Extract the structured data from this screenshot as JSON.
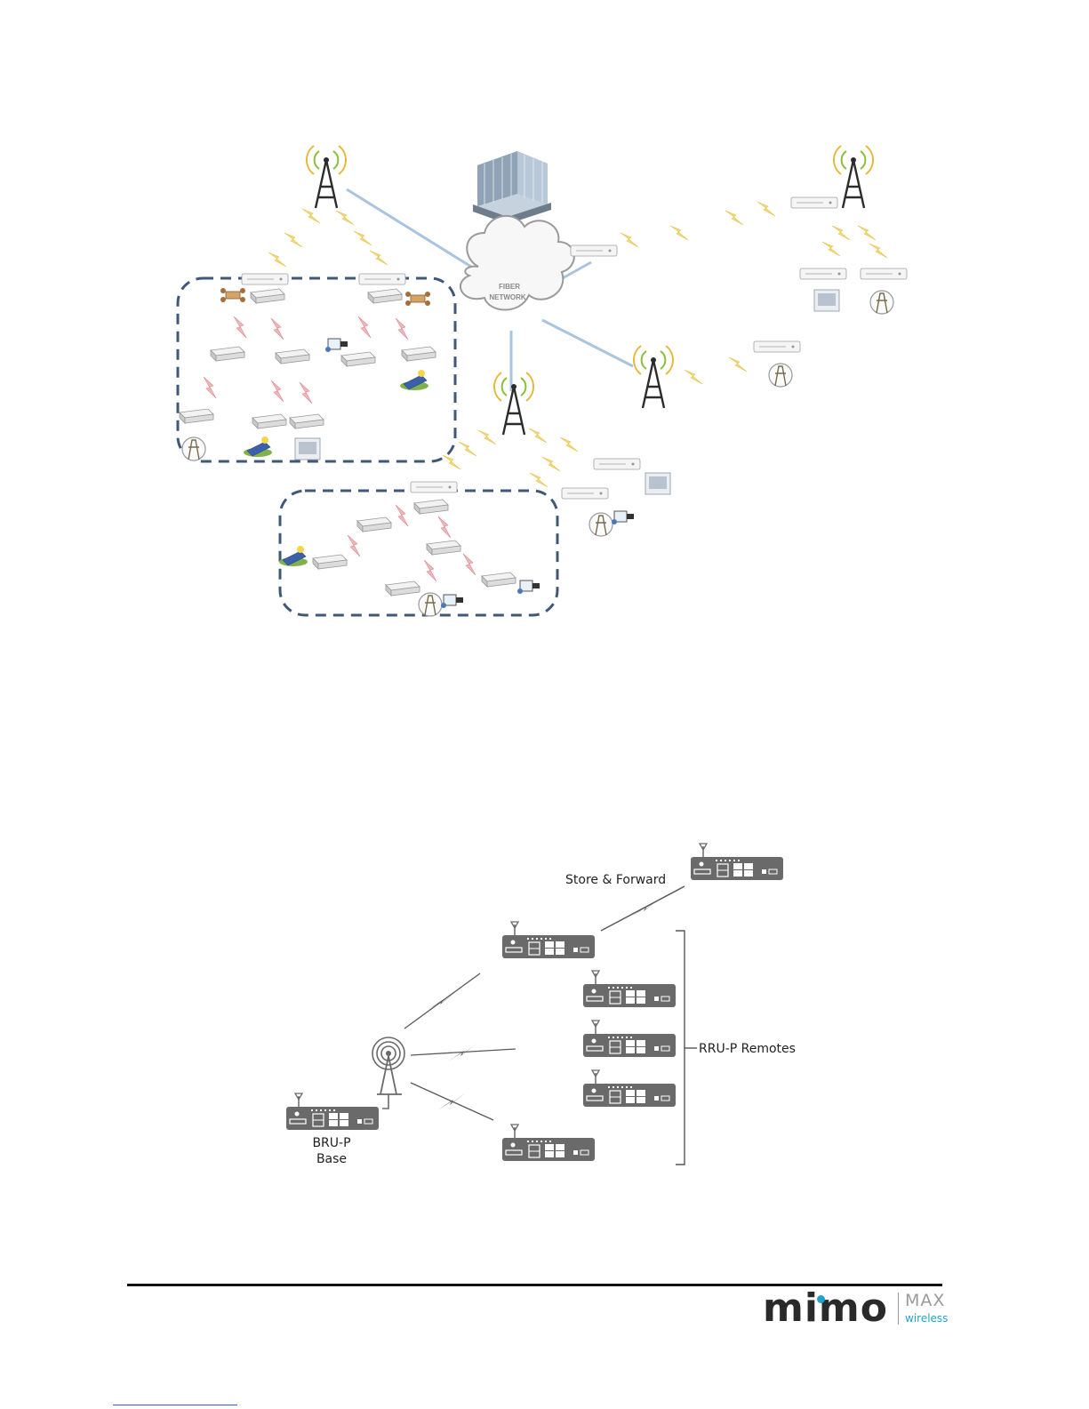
{
  "top_diagram": {
    "cloud_label_line1": "FIBER",
    "cloud_label_line2": "NETWORK"
  },
  "bottom_diagram": {
    "store_forward_label": "Store & Forward",
    "remotes_label": "RRU-P Remotes",
    "base_label_line1": "BRU-P",
    "base_label_line2": "Base"
  },
  "footer": {
    "logo_text": "mimo",
    "logo_max": "MAX",
    "logo_wireless": "wireless"
  },
  "colors": {
    "logo_dark": "#2a2a2a",
    "logo_accent": "#21a3c9",
    "rule": "#111111"
  }
}
